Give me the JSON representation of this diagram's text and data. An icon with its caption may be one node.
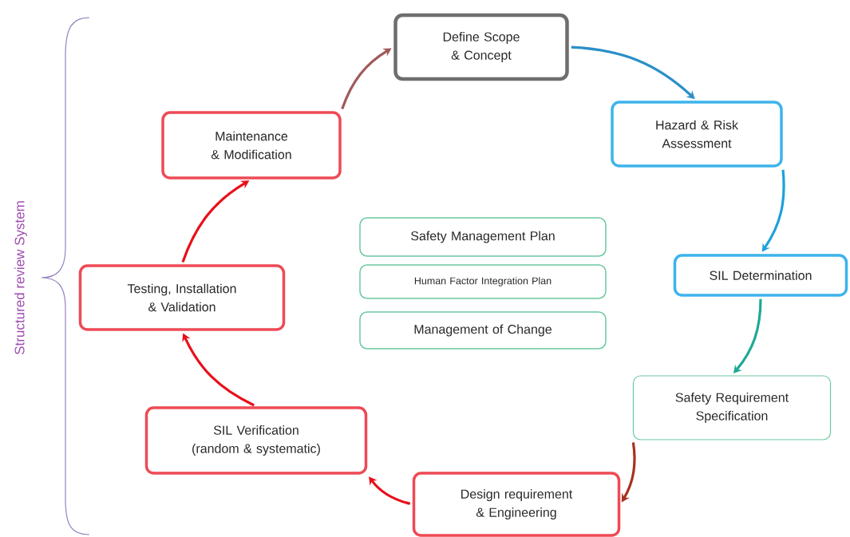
{
  "diagram": {
    "nodes": [
      {
        "text": [
          "Define Scope & Concept"
        ]
      },
      {
        "text": [
          "Hazard & Risk Assessment"
        ]
      },
      {
        "text": [
          "SIL Determination"
        ]
      },
      {
        "text": [
          "Safety Requirement Specification"
        ]
      },
      {
        "text": [
          "Design requirement & Engineering"
        ]
      },
      {
        "text": [
          "SIL Verification (random & systematic)"
        ]
      },
      {
        "text": [
          "Testing, Installation & Validation"
        ]
      },
      {
        "text": [
          "Maintenance & Modification"
        ]
      },
      {
        "text": [
          "Safety Management Plan"
        ]
      },
      {
        "text": [
          "Human Factor Integration Plan"
        ]
      },
      {
        "text": [
          "Management of Change"
        ]
      }
    ],
    "edges": [
      {
        "from": 7,
        "to": 0,
        "arrow": "to",
        "color": "#a05a5a"
      },
      {
        "from": 0,
        "to": 1,
        "arrow": "to",
        "color": "#2a8fc8"
      },
      {
        "from": 1,
        "to": 2,
        "arrow": "to",
        "color": "#1ea0dc"
      },
      {
        "from": 2,
        "to": 3,
        "arrow": "to",
        "color": "#1fa896"
      },
      {
        "from": 3,
        "to": 4,
        "arrow": "to",
        "color": "#a8321e"
      },
      {
        "from": 4,
        "to": 5,
        "arrow": "to"
      },
      {
        "from": 5,
        "to": 6,
        "arrow": "to"
      },
      {
        "from": 6,
        "to": 7,
        "arrow": "to"
      }
    ],
    "labels": [
      "Structured review System"
    ]
  }
}
